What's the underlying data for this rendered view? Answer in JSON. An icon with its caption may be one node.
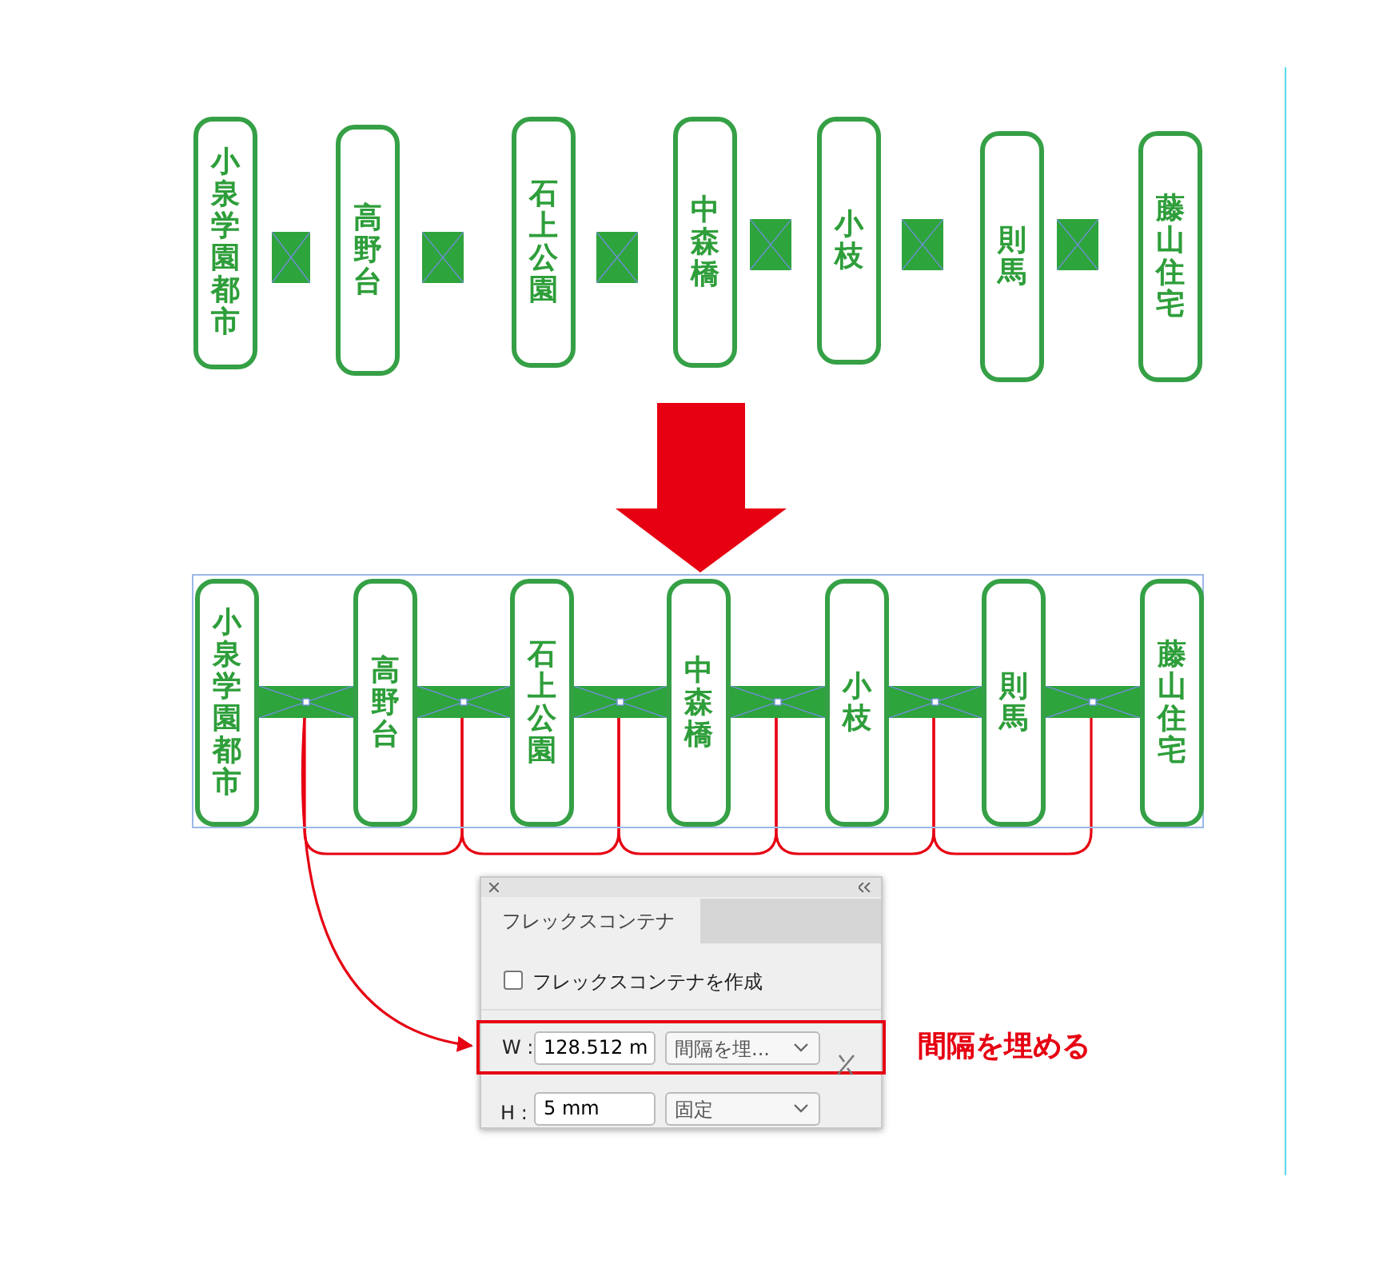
{
  "diagram": {
    "nodes": [
      {
        "text": [
          "小泉学園都市"
        ]
      },
      {
        "text": [],
        "shape": "box"
      },
      {
        "text": [
          "高野台"
        ]
      },
      {
        "text": [],
        "shape": "box"
      },
      {
        "text": [
          "石上公園"
        ]
      },
      {
        "text": [],
        "shape": "box"
      },
      {
        "text": [
          "中森橋"
        ]
      },
      {
        "text": [],
        "shape": "box"
      },
      {
        "text": [
          "小枝"
        ]
      },
      {
        "text": [],
        "shape": "box"
      },
      {
        "text": [
          "則馬"
        ]
      },
      {
        "text": [],
        "shape": "box"
      },
      {
        "text": [
          "藤山住宅"
        ]
      },
      {
        "text": [],
        "shape": "box"
      },
      {
        "text": [
          "小泉学園都市"
        ],
        "in": 13
      },
      {
        "text": [],
        "shape": "bar",
        "in": 13
      },
      {
        "text": [
          "高野台"
        ],
        "in": 13
      },
      {
        "text": [],
        "shape": "bar",
        "in": 13
      },
      {
        "text": [
          "石上公園"
        ],
        "in": 13
      },
      {
        "text": [],
        "shape": "bar",
        "in": 13
      },
      {
        "text": [
          "中森橋"
        ],
        "in": 13
      },
      {
        "text": [],
        "shape": "bar",
        "in": 13
      },
      {
        "text": [
          "小枝"
        ],
        "in": 13
      },
      {
        "text": [],
        "shape": "bar",
        "in": 13
      },
      {
        "text": [
          "則馬"
        ],
        "in": 13
      },
      {
        "text": [],
        "shape": "bar",
        "in": 13
      },
      {
        "text": [
          "藤山住宅"
        ],
        "in": 13
      },
      {
        "text": [
          "フレックスコンテナ"
        ]
      },
      {
        "text": [
          "W :",
          "128.512 m",
          "間隔を埋..."
        ],
        "in": 27,
        "beside": [
          "間隔を埋める"
        ]
      }
    ],
    "edges": [
      {
        "from": 15,
        "to": 17,
        "arrow": "none"
      },
      {
        "from": 17,
        "to": 19,
        "arrow": "none"
      },
      {
        "from": 19,
        "to": 21,
        "arrow": "none"
      },
      {
        "from": 21,
        "to": 23,
        "arrow": "none"
      },
      {
        "from": 23,
        "to": 25,
        "arrow": "none"
      },
      {
        "from": 15,
        "to": 28,
        "arrow": "to"
      },
      {
        "from": null,
        "to": 13,
        "arrow": "to",
        "style": "thick"
      }
    ],
    "labels": [
      "フレックスコンテナを作成",
      "H :",
      "5 mm",
      "固定"
    ]
  }
}
